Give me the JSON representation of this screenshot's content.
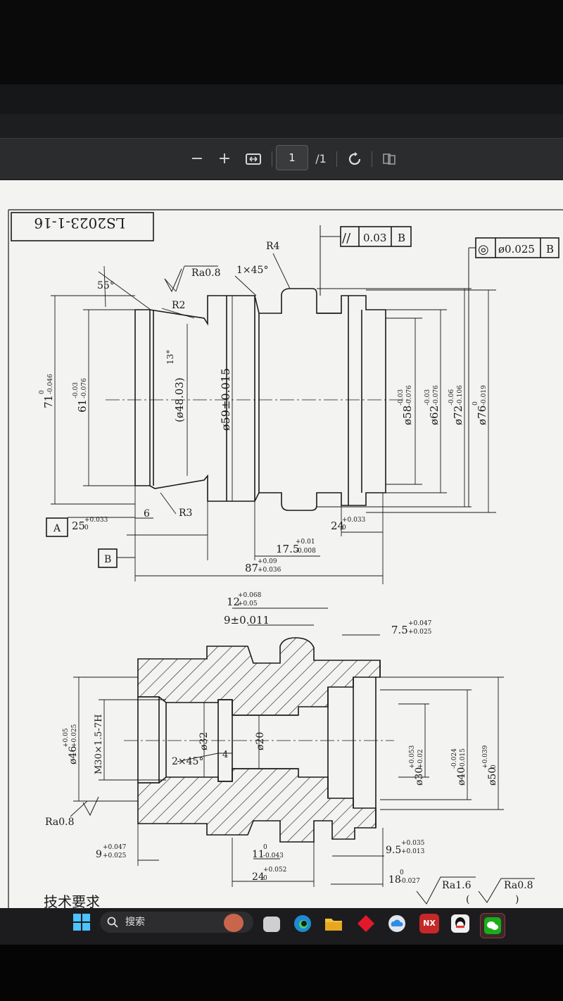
{
  "toolbar": {
    "zoom_out": "−",
    "zoom_in": "+",
    "page_number": "1",
    "page_total": "/1"
  },
  "taskbar": {
    "search_placeholder": "搜索",
    "nx_label": "NX"
  },
  "drawing": {
    "title_block": "LS2023-1-16",
    "parallelism": {
      "symbol": "//",
      "tolerance": "0.03",
      "datum": "B"
    },
    "concentricity": {
      "symbol": "◎",
      "tolerance": "ø0.025",
      "datum": "B"
    },
    "top_view": {
      "r4": "R4",
      "chamfer": "1×45°",
      "ra08": "Ra0.8",
      "angle55": "55°",
      "r2": "R2",
      "r3": "R3",
      "angle13": "13°",
      "d4803": "(ø48.03)",
      "d59": "ø59±0.015",
      "d58": "ø58",
      "d58_tol_up": "-0.03",
      "d58_tol_low": "-0.076",
      "d62": "ø62",
      "d62_tol_up": "-0.03",
      "d62_tol_low": "-0.076",
      "d72": "ø72",
      "d72_tol_up": "-0.06",
      "d72_tol_low": "-0.106",
      "d76": "ø76",
      "d76_tol_up": "0",
      "d76_tol_low": "-0.019",
      "d71": "71",
      "d71_tol_up": "0",
      "d71_tol_low": "-0.046",
      "d61": "61",
      "d61_tol_up": "-0.03",
      "d61_tol_low": "-0.076",
      "datum_a": "A",
      "datum_b": "B",
      "l25": "25",
      "l25_up": "+0.033",
      "l25_low": "0",
      "l6": "6",
      "l24": "24",
      "l24_up": "+0.033",
      "l24_low": "0",
      "l175": "17.5",
      "l175_up": "+0.01",
      "l175_low": "-0.008",
      "l87": "87",
      "l87_up": "+0.09",
      "l87_low": "+0.036"
    },
    "section_view": {
      "l12": "12",
      "l12_up": "+0.068",
      "l12_low": "+0.05",
      "l9": "9±0.011",
      "l75": "7.5",
      "l75_up": "+0.047",
      "l75_low": "+0.025",
      "d46": "ø46",
      "d46_up": "+0.05",
      "d46_low": "+0.025",
      "m30": "M30×1.5-7H",
      "d32": "ø32",
      "d20": "ø20",
      "chamfer2": "2×45°",
      "l4": "4",
      "d30": "ø30",
      "d30_up": "+0.053",
      "d30_low": "+0.02",
      "d40": "ø40",
      "d40_up": "-0.024",
      "d40_low": "-0.015",
      "d50": "ø50",
      "d50_up": "+0.039",
      "d50_low": "0",
      "ra08": "Ra0.8",
      "l9b": "9",
      "l9b_up": "+0.047",
      "l9b_low": "+0.025",
      "l11": "11",
      "l11_up": "0",
      "l11_low": "-0.043",
      "l95": "9.5",
      "l95_up": "+0.035",
      "l95_low": "+0.013",
      "l24b": "24",
      "l24b_up": "+0.052",
      "l24b_low": "0",
      "l18": "18",
      "l18_up": "0",
      "l18_low": "-0.027",
      "ra16": "Ra1.6",
      "ra08b": "Ra0.8",
      "paren_open": "(",
      "paren_close": ")"
    },
    "tech_req": "技术要求"
  }
}
